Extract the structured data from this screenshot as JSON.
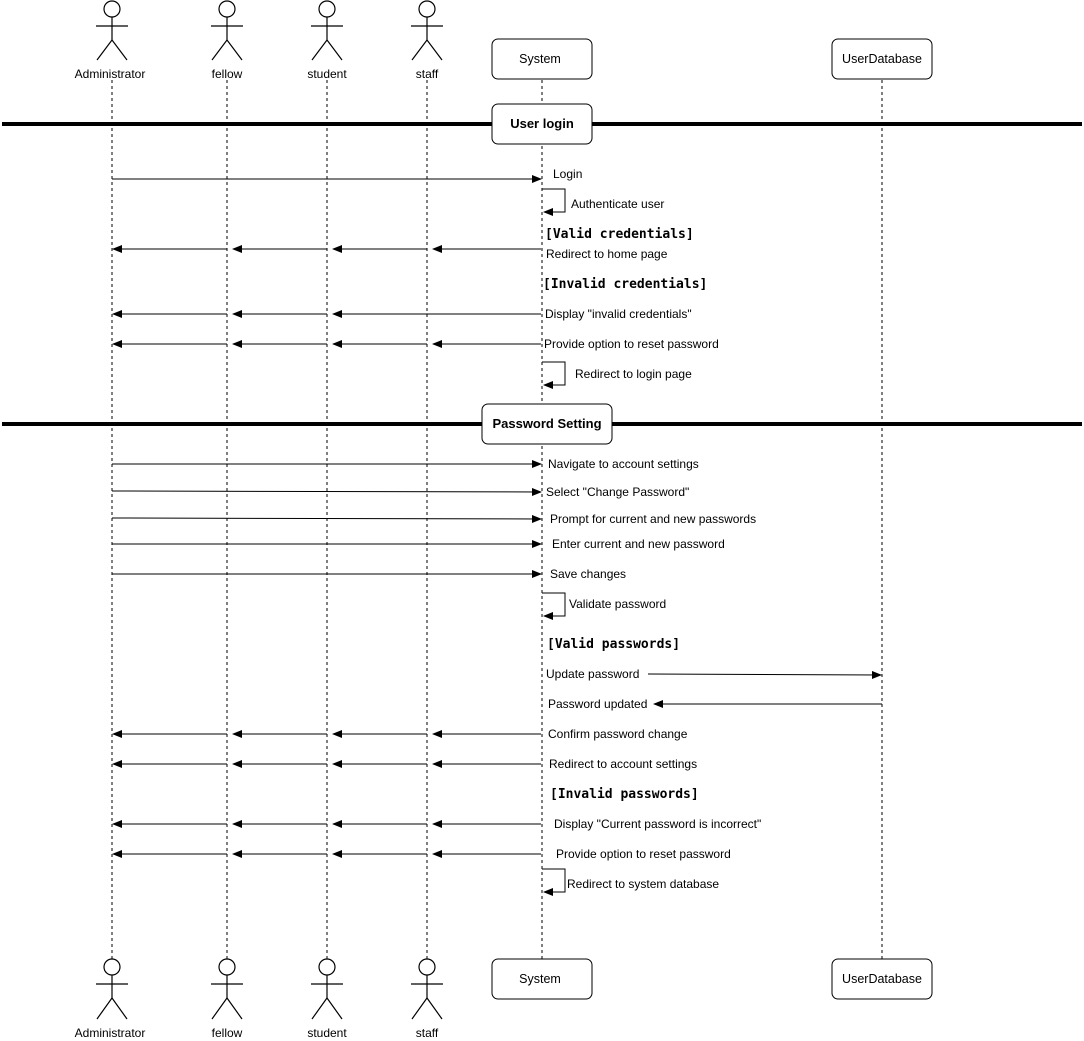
{
  "participants": [
    {
      "id": "administrator",
      "label": "Administrator",
      "kind": "actor"
    },
    {
      "id": "fellow",
      "label": "fellow",
      "kind": "actor"
    },
    {
      "id": "student",
      "label": "student",
      "kind": "actor"
    },
    {
      "id": "staff",
      "label": "staff",
      "kind": "actor"
    },
    {
      "id": "system",
      "label": "System",
      "kind": "box"
    },
    {
      "id": "userdatabase",
      "label": "UserDatabase",
      "kind": "box"
    }
  ],
  "sections": [
    {
      "label": "User login"
    },
    {
      "label": "Password Setting"
    }
  ],
  "guards": [
    {
      "label": "[Valid credentials]"
    },
    {
      "label": "[Invalid credentials]"
    },
    {
      "label": "[Valid passwords]"
    },
    {
      "label": "[Invalid passwords]"
    }
  ],
  "messages": [
    {
      "label": "Login",
      "from": "administrator",
      "to": "system"
    },
    {
      "label": "Authenticate user",
      "from": "system",
      "to": "system"
    },
    {
      "label": "Redirect to home page",
      "from": "system",
      "to": "administrator"
    },
    {
      "label": "Display \"invalid credentials\"",
      "from": "system",
      "to": "administrator"
    },
    {
      "label": "Provide option to reset password",
      "from": "system",
      "to": "administrator"
    },
    {
      "label": "Redirect to login page",
      "from": "system",
      "to": "system"
    },
    {
      "label": "Navigate to account settings",
      "from": "administrator",
      "to": "system"
    },
    {
      "label": "Select \"Change Password\"",
      "from": "administrator",
      "to": "system"
    },
    {
      "label": "Prompt for current and new passwords",
      "from": "administrator",
      "to": "system"
    },
    {
      "label": "Enter current and new password",
      "from": "administrator",
      "to": "system"
    },
    {
      "label": "Save changes",
      "from": "administrator",
      "to": "system"
    },
    {
      "label": "Validate password",
      "from": "system",
      "to": "system"
    },
    {
      "label": "Update password",
      "from": "system",
      "to": "userdatabase"
    },
    {
      "label": "Password updated",
      "from": "userdatabase",
      "to": "system"
    },
    {
      "label": "Confirm password change",
      "from": "system",
      "to": "administrator"
    },
    {
      "label": "Redirect to account settings",
      "from": "system",
      "to": "administrator"
    },
    {
      "label": "Display \"Current password is incorrect\"",
      "from": "system",
      "to": "administrator"
    },
    {
      "label": "Provide option to reset password",
      "from": "system",
      "to": "administrator"
    },
    {
      "label": "Redirect to system database",
      "from": "system",
      "to": "system"
    }
  ]
}
